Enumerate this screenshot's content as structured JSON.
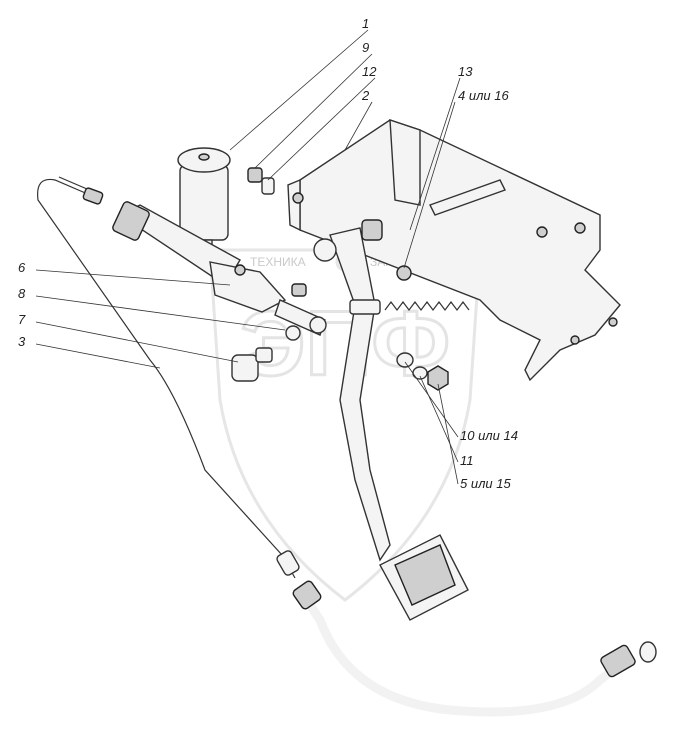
{
  "watermark": {
    "logo_text": "ЭПФ",
    "caption_left": "ТЕХНИКА",
    "caption_right": "ЗАПЧАСТИ"
  },
  "callouts": [
    {
      "id": "c1",
      "label": "1"
    },
    {
      "id": "c9",
      "label": "9"
    },
    {
      "id": "c12",
      "label": "12"
    },
    {
      "id": "c2",
      "label": "2"
    },
    {
      "id": "c13",
      "label": "13"
    },
    {
      "id": "c4",
      "label": "4 или 16"
    },
    {
      "id": "c6",
      "label": "6"
    },
    {
      "id": "c8",
      "label": "8"
    },
    {
      "id": "c7",
      "label": "7"
    },
    {
      "id": "c3",
      "label": "3"
    },
    {
      "id": "c10",
      "label": "10 или 14"
    },
    {
      "id": "c11",
      "label": "11"
    },
    {
      "id": "c5",
      "label": "5 или 15"
    }
  ]
}
